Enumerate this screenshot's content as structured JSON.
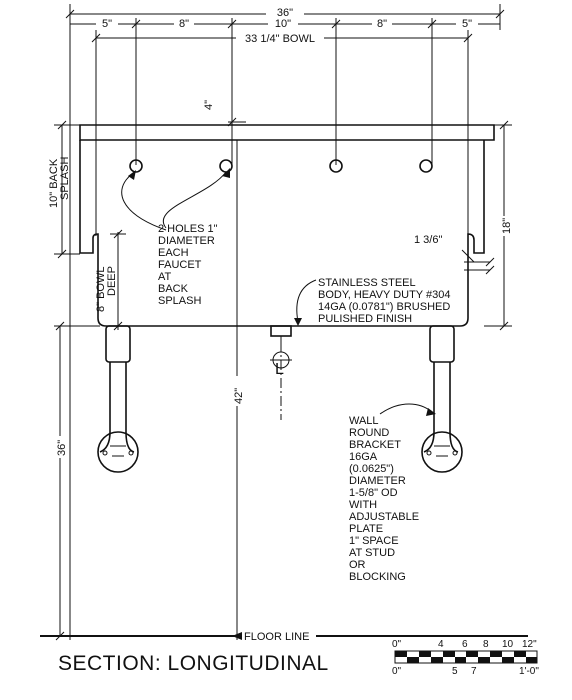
{
  "dims": {
    "overall_width": "36\"",
    "seg_a": "5\"",
    "seg_b": "8\"",
    "seg_c": "10\"",
    "seg_d": "8\"",
    "seg_e": "5\"",
    "bowl_width": "33 1/4\" BOWL",
    "rim": "4\"",
    "back_splash": [
      "10\" BACK",
      "SPLASH"
    ],
    "bowl_deep": [
      "8\" BOWL",
      "DEEP"
    ],
    "height_18": "18\"",
    "height_42": "42\"",
    "height_36": "36\"",
    "radius": "1 3/6\""
  },
  "notes": {
    "holes": [
      "2 HOLES 1\"",
      "DIAMETER",
      "EACH",
      "FAUCET",
      "AT",
      "BACK",
      "SPLASH"
    ],
    "steel": [
      "STAINLESS STEEL",
      "BODY, HEAVY DUTY #304",
      "14GA (0.0781\") BRUSHED",
      "PULISHED FINISH"
    ],
    "bracket": [
      "WALL",
      "ROUND",
      "BRACKET",
      "16GA",
      "(0.0625\")",
      "DIAMETER",
      "1-5/8\" OD",
      "WITH",
      "ADJUSTABLE",
      "PLATE",
      "1\" SPACE",
      "AT STUD",
      "OR",
      "BLOCKING"
    ]
  },
  "floor_line": "FLOOR LINE",
  "title": "SECTION: LONGITUDINAL",
  "scale_bar": {
    "top_labels": [
      "0\"",
      "4",
      "6",
      "8",
      "10",
      "12\""
    ],
    "bottom_labels": [
      "0\"",
      "5",
      "7",
      "1'-0\""
    ]
  }
}
